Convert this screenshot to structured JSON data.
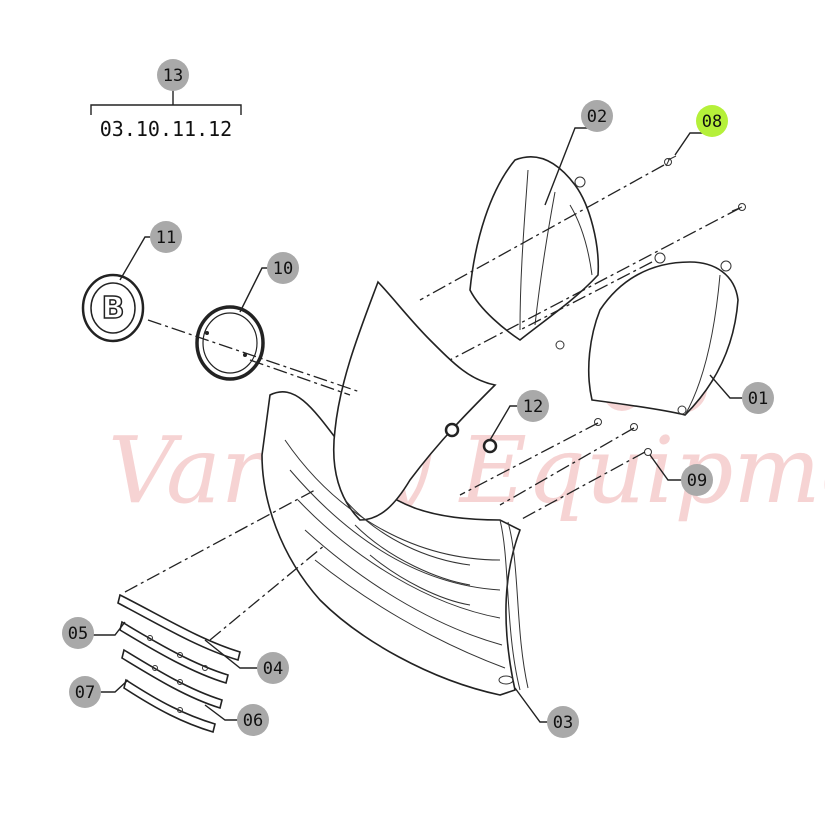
{
  "diagram": {
    "type": "exploded-parts-view",
    "watermark": "Varney Equipment",
    "assembly_note": "03.10.11.12",
    "logo_letter": "B",
    "highlight_color": "#b5f03a",
    "badge_color": "#a9a9a9",
    "watermark_color": "#f3c5c5",
    "callouts": [
      {
        "id": "01",
        "label": "01"
      },
      {
        "id": "02",
        "label": "02"
      },
      {
        "id": "03",
        "label": "03"
      },
      {
        "id": "04",
        "label": "04"
      },
      {
        "id": "05",
        "label": "05"
      },
      {
        "id": "06",
        "label": "06"
      },
      {
        "id": "07",
        "label": "07"
      },
      {
        "id": "08",
        "label": "08",
        "highlighted": true
      },
      {
        "id": "09",
        "label": "09"
      },
      {
        "id": "10",
        "label": "10"
      },
      {
        "id": "11",
        "label": "11"
      },
      {
        "id": "12",
        "label": "12"
      },
      {
        "id": "13",
        "label": "13"
      }
    ]
  }
}
